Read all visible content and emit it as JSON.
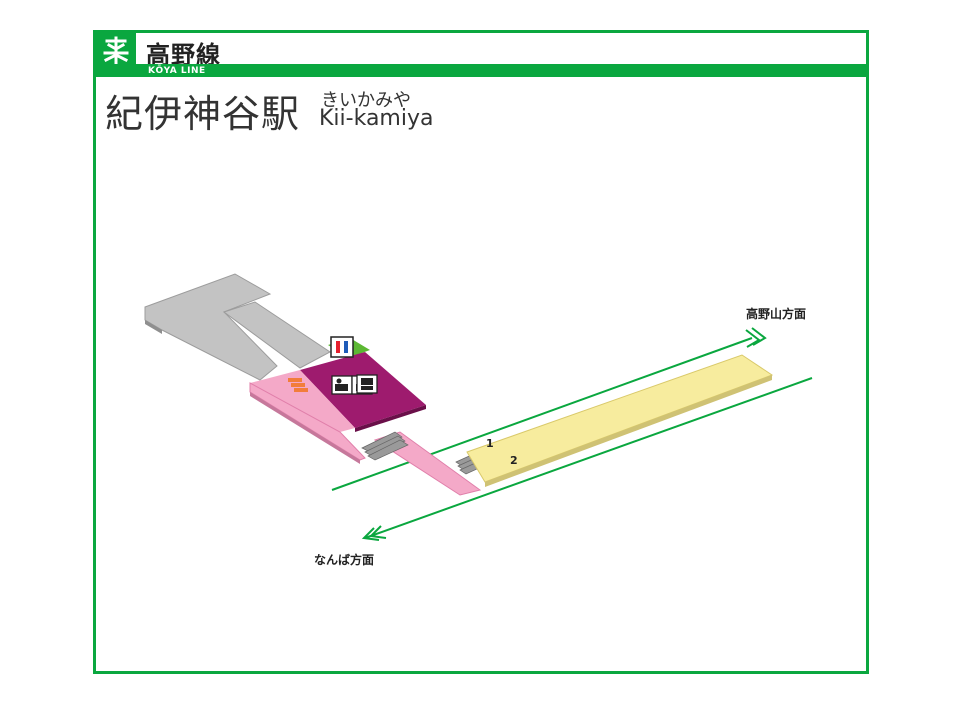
{
  "line": {
    "name": "高野線",
    "name_en": "KŌYA LINE",
    "color": "#0aa73f",
    "logo_icon": "koya-tree-icon"
  },
  "station": {
    "name": "紀伊神谷駅",
    "kana": "きいかみや",
    "name_en": "Kii-kamiya"
  },
  "directions": {
    "up": "高野山方面",
    "down": "なんば方面"
  },
  "platforms": {
    "track_1": "1",
    "track_2": "2"
  },
  "colors": {
    "concourse": "#b8b8b8",
    "ticket_area": "#9e1b6e",
    "toilet_area": "#59b530",
    "passage": "#f4a9c8",
    "platform": "#f7ec9e"
  },
  "facility_icons": [
    "restroom-icon",
    "ticket-gate-icon",
    "ticket-machine-icon",
    "stairs-icon",
    "staff-icon"
  ]
}
